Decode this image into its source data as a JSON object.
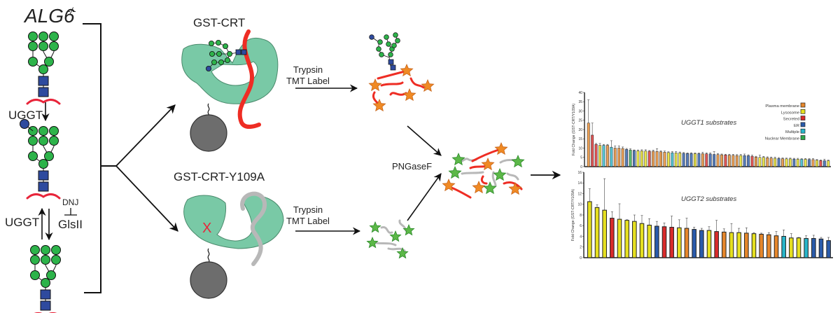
{
  "left_panel": {
    "title": "ALG6",
    "title_superscript": "-/-",
    "step1_enzyme": "UGGT",
    "step2_enzyme_forward": "UGGT",
    "step2_inhibitor": "DNJ",
    "step2_enzyme_reverse": "GlsII"
  },
  "middle_panel": {
    "top_construct": "GST-CRT",
    "bottom_construct": "GST-CRT-Y109A",
    "top_process_line1": "Trypsin",
    "top_process_line2": "TMT Label",
    "bottom_process_line1": "Trypsin",
    "bottom_process_line2": "TMT Label",
    "combine_label": "PNGaseF"
  },
  "colors": {
    "glucose_green": "#2db34a",
    "glcnac_blue": "#2e4a9e",
    "peptide_red": "#e8253a",
    "protein_teal": "#79c9a6",
    "bead_gray": "#6d6d6d",
    "orange_star": "#f08a24",
    "green_star": "#5cb848"
  },
  "legend": {
    "items": [
      {
        "label": "Plasma membrane",
        "color": "#e6872b"
      },
      {
        "label": "Lysosome",
        "color": "#e6e01f"
      },
      {
        "label": "Secreted",
        "color": "#d92b2b"
      },
      {
        "label": "ER",
        "color": "#2a5bab"
      },
      {
        "label": "Multiple",
        "color": "#28b5c9"
      },
      {
        "label": "Nuclear Membrane",
        "color": "#2ea84a"
      }
    ]
  },
  "chart_data": [
    {
      "type": "bar",
      "title": "UGGT1 substrates",
      "xlabel": "",
      "ylabel": "Fold Change (GST-CRT/Y109A)",
      "ylim": [
        0,
        40
      ],
      "yticks": [
        "0",
        "5",
        "10",
        "15",
        "20",
        "25",
        "30",
        "35",
        "40"
      ],
      "legend_position": "top-right",
      "categories": [
        "Plasma membrane",
        "Secreted",
        "Secreted",
        "Lysosome",
        "Multiple",
        "Plasma membrane",
        "Multiple",
        "Plasma membrane",
        "Plasma membrane",
        "Plasma membrane",
        "ER",
        "Nuclear Membrane",
        "ER",
        "Lysosome",
        "Lysosome",
        "Lysosome",
        "Secreted",
        "Plasma membrane",
        "Plasma membrane",
        "Plasma membrane",
        "Plasma membrane",
        "Lysosome",
        "Multiple",
        "Lysosome",
        "Lysosome",
        "ER",
        "ER",
        "ER",
        "Lysosome",
        "ER",
        "Plasma membrane",
        "Secreted",
        "ER",
        "ER",
        "Plasma membrane",
        "Plasma membrane",
        "Secreted",
        "Plasma membrane",
        "Plasma membrane",
        "Plasma membrane",
        "Lysosome",
        "ER",
        "ER",
        "Secreted",
        "Plasma membrane",
        "Lysosome",
        "Lysosome",
        "Plasma membrane",
        "Plasma membrane",
        "Lysosome",
        "ER",
        "Plasma membrane",
        "Lysosome",
        "Lysosome",
        "ER",
        "Lysosome",
        "Multiple",
        "Lysosome",
        "ER",
        "Plasma membrane",
        "Lysosome",
        "Secreted",
        "ER",
        "Lysosome"
      ],
      "values": [
        23.5,
        17,
        12,
        11.5,
        11.5,
        11.5,
        10.5,
        10,
        10,
        9.8,
        9.3,
        9,
        8.7,
        8.5,
        8.5,
        8.4,
        8.3,
        8.3,
        8.2,
        8,
        7.8,
        7.6,
        7.5,
        7.4,
        7.4,
        7.2,
        7.1,
        7.1,
        7,
        7,
        7,
        6.9,
        6.8,
        6.6,
        6.5,
        6.4,
        6.3,
        6.2,
        6.1,
        6,
        6,
        6,
        5.9,
        5.6,
        5.2,
        5,
        5,
        4.8,
        4.6,
        4.5,
        4.4,
        4.3,
        4.2,
        4.2,
        4.1,
        4,
        4,
        4,
        3.9,
        3.8,
        3.5,
        3.3,
        3.2,
        3.2
      ],
      "errors": [
        12.5,
        6.5,
        0.5,
        1,
        0.5,
        0.5,
        3.5,
        1.2,
        1.2,
        0.8,
        0.5,
        0.6,
        0.3,
        0.5,
        0.6,
        0.7,
        0.4,
        0.6,
        1.5,
        0.5,
        0.6,
        0.4,
        0.6,
        0.8,
        0.5,
        0.4,
        0.3,
        0.4,
        0.4,
        0.3,
        0.8,
        0.5,
        0.6,
        1.5,
        0.6,
        0.4,
        0.4,
        0.5,
        0.5,
        0.5,
        0.6,
        0.8,
        0.5,
        0.6,
        0.4,
        1.2,
        0.5,
        0.5,
        0.6,
        0.6,
        0.5,
        0.4,
        0.4,
        0.4,
        0.4,
        0.5,
        0.3,
        0.4,
        0.4,
        0.5,
        0.3,
        0.3,
        0.8,
        0.3
      ]
    },
    {
      "type": "bar",
      "title": "UGGT2 substrates",
      "xlabel": "",
      "ylabel": "Fold Change (GST-CRT/Y109A)",
      "ylim": [
        0,
        16
      ],
      "yticks": [
        "0",
        "2",
        "4",
        "6",
        "8",
        "10",
        "12",
        "14",
        "16"
      ],
      "categories": [
        "Lysosome",
        "Lysosome",
        "Lysosome",
        "Secreted",
        "Lysosome",
        "Lysosome",
        "Lysosome",
        "Lysosome",
        "Lysosome",
        "ER",
        "Secreted",
        "Secreted",
        "Lysosome",
        "Plasma membrane",
        "ER",
        "ER",
        "Lysosome",
        "Secreted",
        "Plasma membrane",
        "Lysosome",
        "Lysosome",
        "Plasma membrane",
        "Lysosome",
        "Plasma membrane",
        "Plasma membrane",
        "Plasma membrane",
        "Multiple",
        "Lysosome",
        "Lysosome",
        "Multiple",
        "ER",
        "ER",
        "ER"
      ],
      "values": [
        10.5,
        9.4,
        8.9,
        7.4,
        7.2,
        7,
        6.8,
        6.4,
        6.1,
        5.9,
        5.8,
        5.7,
        5.6,
        5.5,
        5.3,
        5.1,
        5.1,
        4.9,
        4.8,
        4.7,
        4.7,
        4.6,
        4.5,
        4.4,
        4.3,
        4.1,
        4.0,
        3.7,
        3.7,
        3.6,
        3.6,
        3.5,
        3.2
      ],
      "errors": [
        2.4,
        0.5,
        5.9,
        1.2,
        2.9,
        0.1,
        1.2,
        1.5,
        1.2,
        0.9,
        0.7,
        2.1,
        1.5,
        1.9,
        0.4,
        0.4,
        0.7,
        2.1,
        0.6,
        1.7,
        0.8,
        1.0,
        0.2,
        0.2,
        0.4,
        0.8,
        1.2,
        0.8,
        0.1,
        0.5,
        0.6,
        0.3,
        0.6
      ]
    }
  ]
}
